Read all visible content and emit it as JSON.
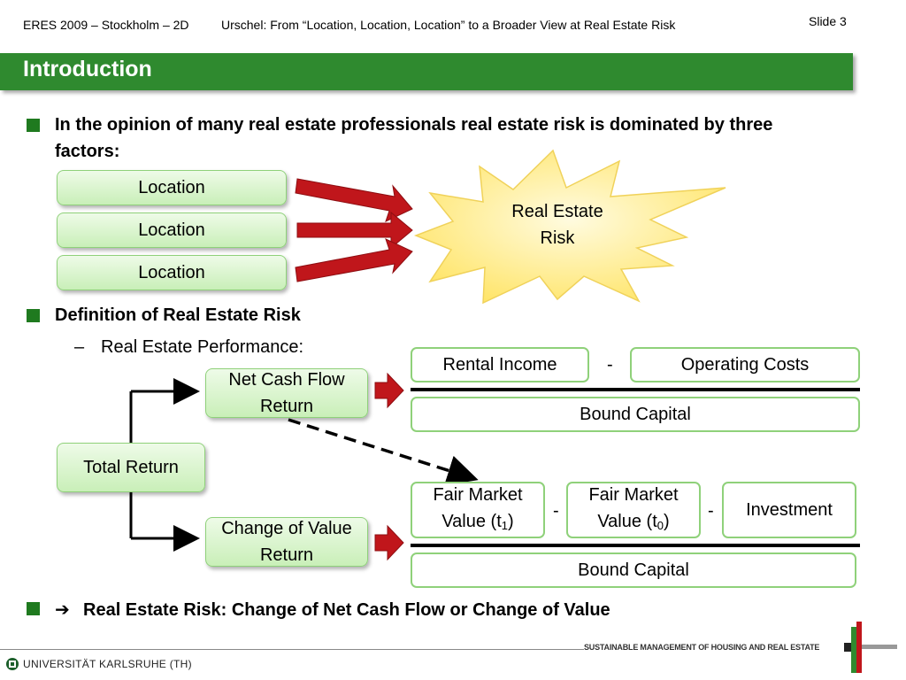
{
  "header": {
    "conference": "ERES 2009 – Stockholm – 2D",
    "talk": "Urschel: From “Location, Location, Location” to a Broader View at Real Estate Risk",
    "slide": "Slide 3"
  },
  "title": "Introduction",
  "bullet1": {
    "text": "In the opinion of many real estate professionals real estate risk is dominated by three factors:",
    "factors": [
      "Location",
      "Location",
      "Location"
    ],
    "star_label": "Real Estate Risk"
  },
  "bullet2": {
    "text": "Definition of Real Estate Risk",
    "sub_dash": "–",
    "sub": "Real Estate Performance:"
  },
  "diagram": {
    "total_return": "Total Return",
    "ncf_return": "Net Cash Flow Return",
    "cov_return": "Change of Value Return",
    "rental_income": "Rental Income",
    "minus": "-",
    "operating_costs": "Operating Costs",
    "bound_capital_1": "Bound Capital",
    "fmv1_line1": "Fair Market",
    "fmv1_line2": "Value (t",
    "fmv1_sub": "1",
    "fmv2_line1": "Fair Market",
    "fmv2_line2": "Value (t",
    "fmv2_sub": "0",
    "close_paren": ")",
    "investment": "Investment",
    "bound_capital_2": "Bound Capital"
  },
  "bullet3": {
    "arrow": "➔",
    "text": "Real Estate Risk: Change of Net Cash Flow or Change of Value"
  },
  "footer": {
    "university": "UNIVERSITÄT KARLSRUHE (TH)",
    "group": "SUSTAINABLE MANAGEMENT OF HOUSING AND REAL ESTATE"
  },
  "colors": {
    "title_bar": "#2f8a2f",
    "box_border": "#8fd17a",
    "arrow_red": "#c0161b",
    "star_fill": "#fff2a8"
  }
}
